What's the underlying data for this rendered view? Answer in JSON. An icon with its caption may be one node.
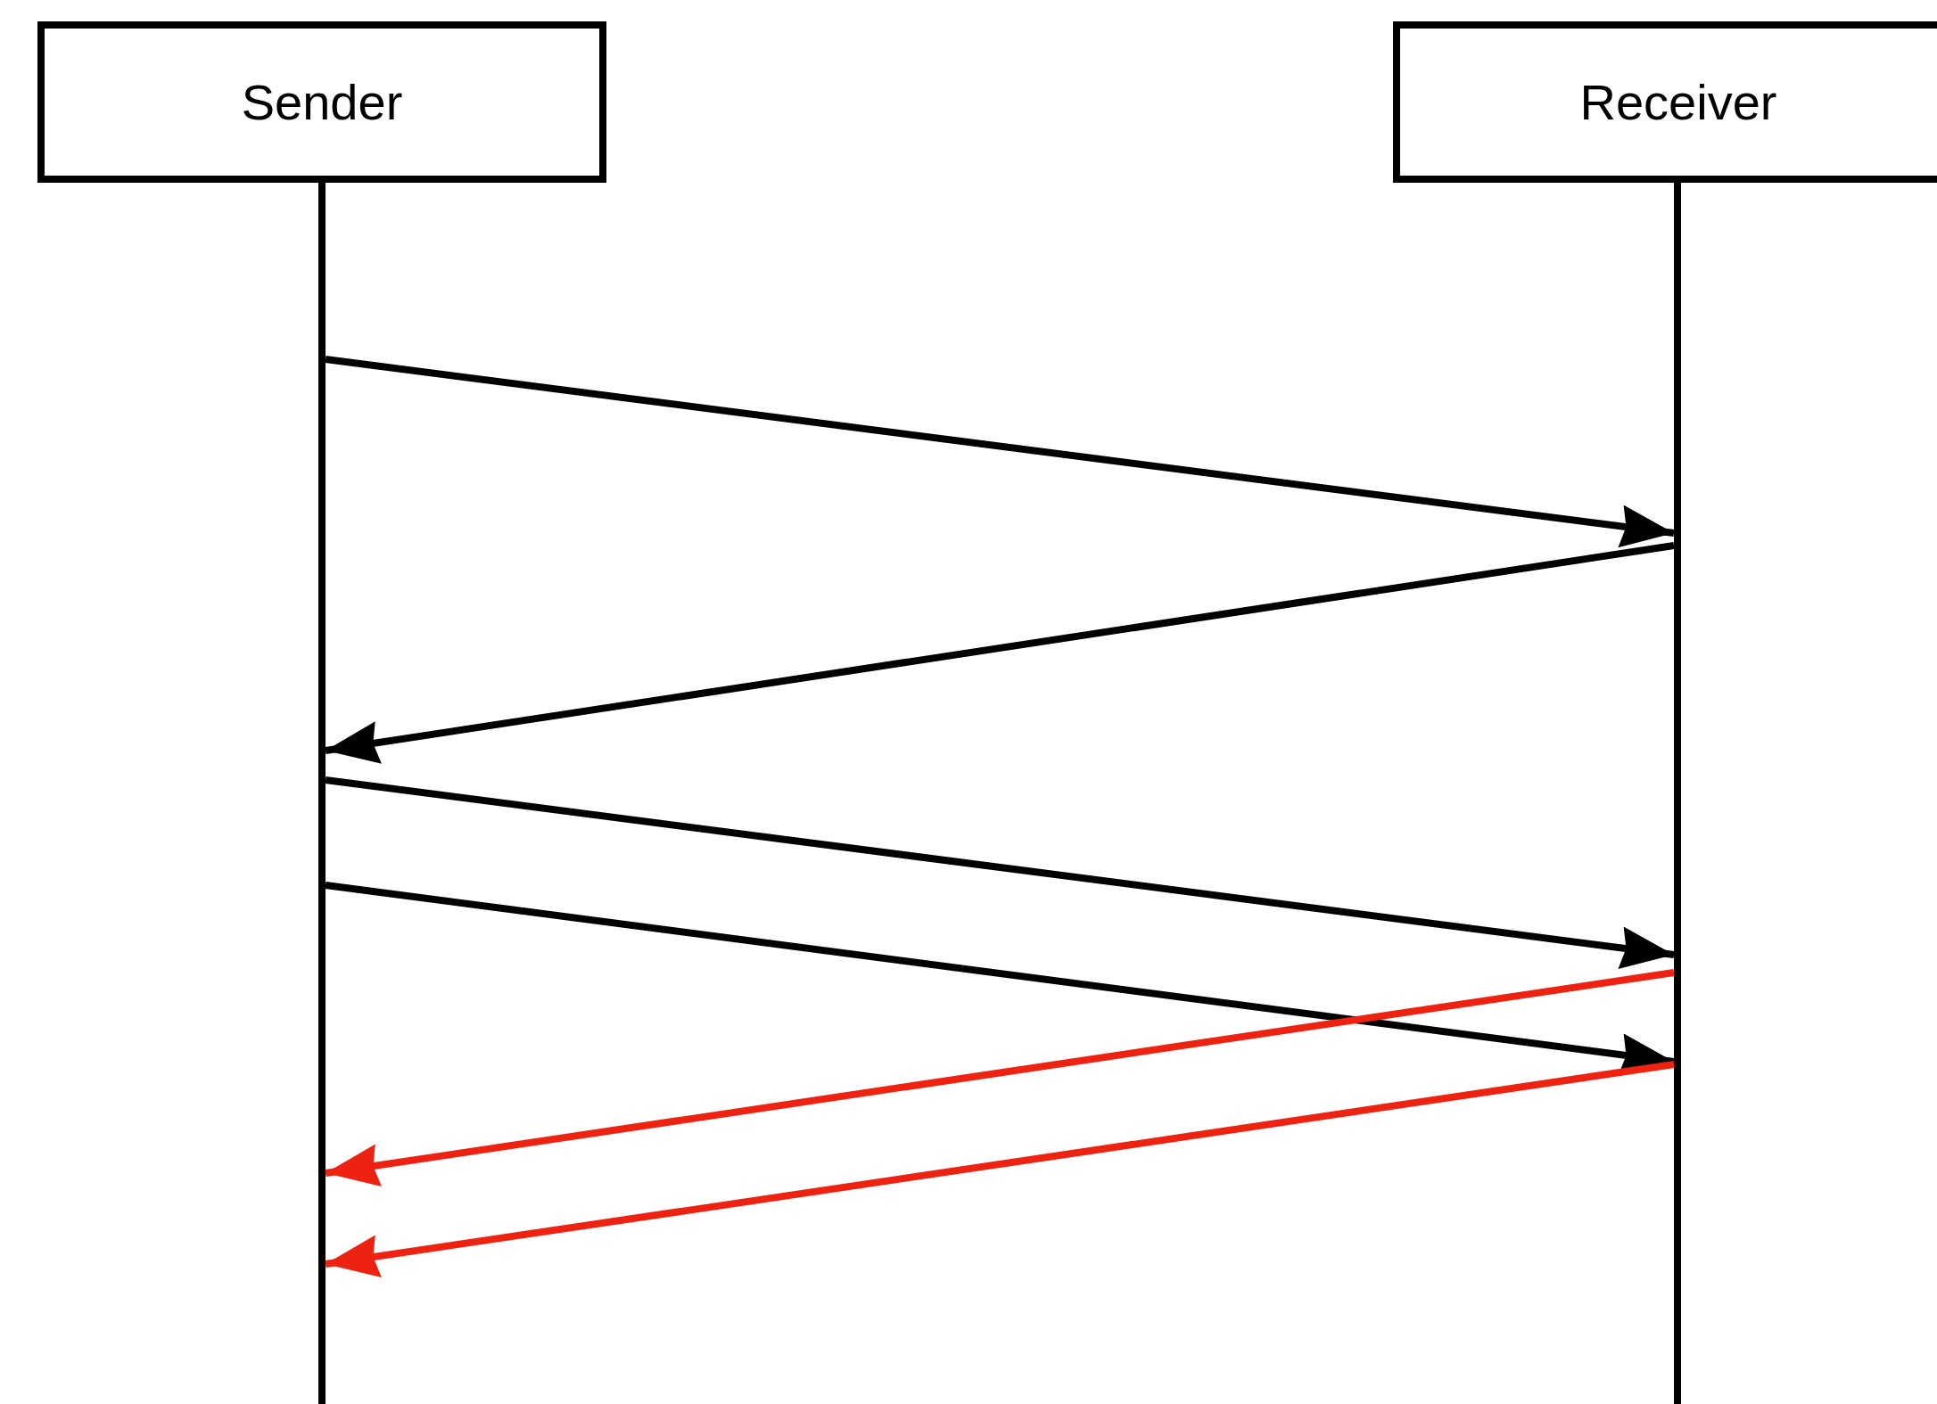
{
  "diagram": {
    "nodes": [
      {
        "text": [
          "Sender"
        ]
      },
      {
        "text": [
          "Receiver"
        ]
      },
      {
        "text": [],
        "shape": "bar"
      },
      {
        "text": [],
        "shape": "bar"
      }
    ],
    "edges": [
      {
        "from": 2,
        "to": 3,
        "arrow": "to"
      },
      {
        "from": 3,
        "to": 2,
        "arrow": "to"
      },
      {
        "from": 2,
        "to": 3,
        "arrow": "to"
      },
      {
        "from": 2,
        "to": 3,
        "arrow": "to"
      },
      {
        "from": 3,
        "to": 2,
        "arrow": "to",
        "color": "#ee2211"
      },
      {
        "from": 3,
        "to": 2,
        "arrow": "to",
        "color": "#ee2211"
      }
    ]
  }
}
